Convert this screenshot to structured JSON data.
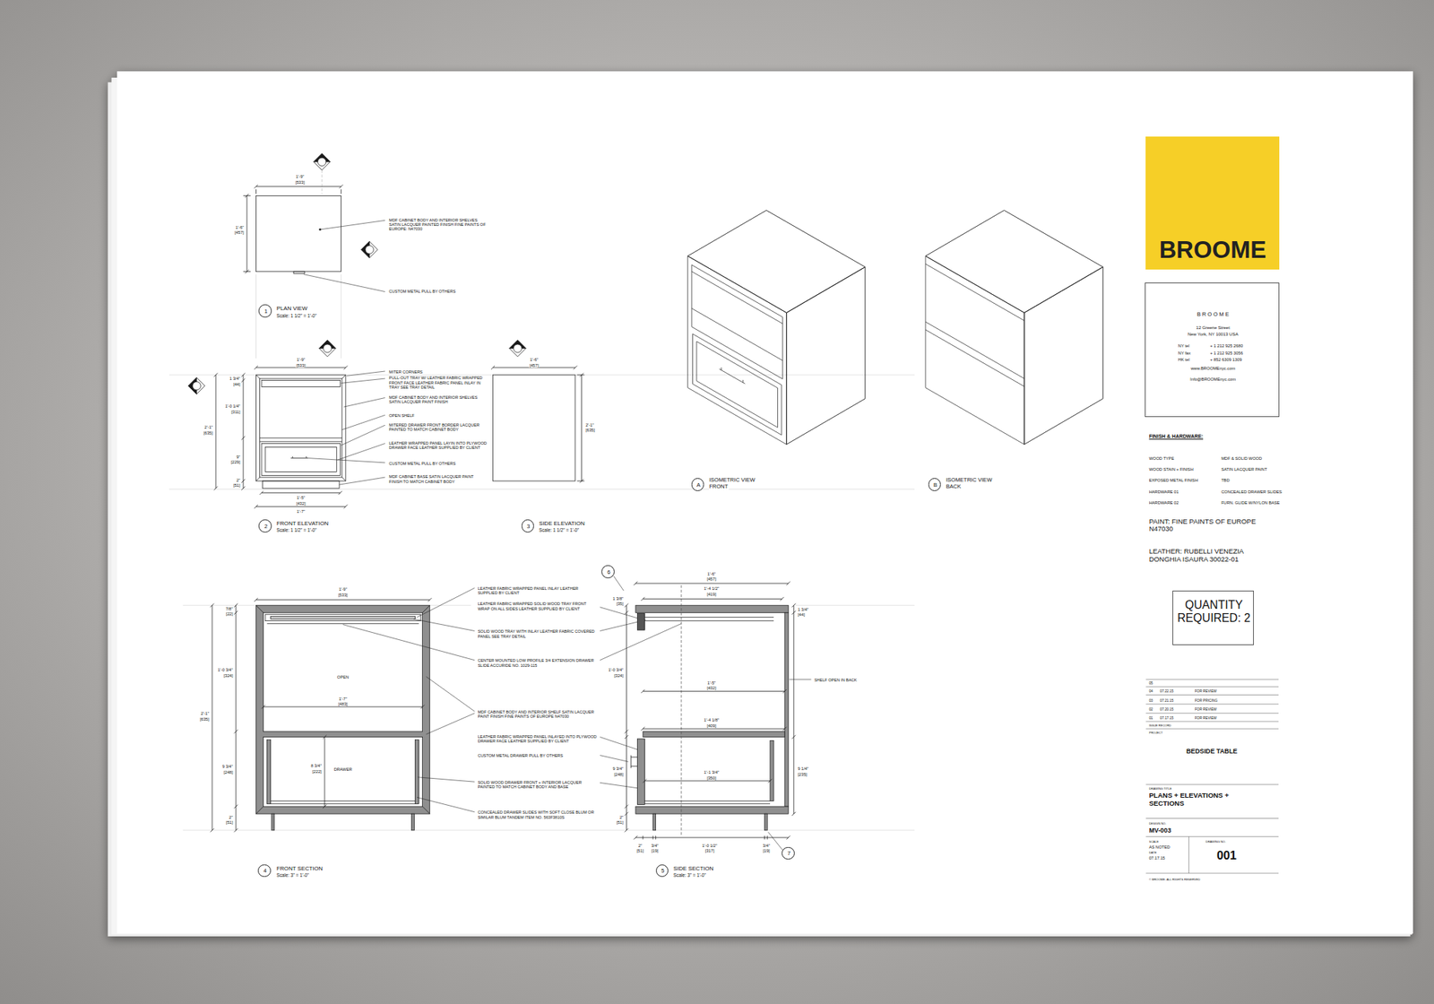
{
  "diagram": {
    "nodes": [
      {
        "text": [
          "1"
        ]
      },
      {
        "text": [
          "A"
        ]
      },
      {
        "text": [
          "B"
        ]
      },
      {
        "text": [
          "2"
        ]
      },
      {
        "text": [
          "3"
        ]
      },
      {
        "text": [
          "6"
        ]
      },
      {
        "text": [
          "7"
        ]
      },
      {
        "text": [
          "4"
        ]
      },
      {
        "text": [
          "5"
        ]
      },
      {
        "text": [
          "BROOME"
        ]
      },
      {
        "text": [
          "B R O O M E",
          "12 Greene Street",
          "New York, NY 10013 USA",
          "NY tel",
          "+ 1 212 925 2680",
          "NY fax",
          "+ 1 212 925 3056",
          "HK tel",
          "+ 852 6309 1309",
          "www.BROOMEnyc.com",
          "Info@BROOMEnyc.com"
        ]
      },
      {
        "text": [
          "QUANTITY REQUIRED: 2"
        ]
      }
    ],
    "labels": [
      "1'-9\"",
      "[533]",
      "1'-6\"",
      "[457]",
      "MDF CABINET BODY AND INTERIOR SHELVES SATIN LACQUER PAINTED FINISH FINE PAINTS OF EUROPE: N47030",
      "CUSTOM METAL PULL BY OTHERS",
      "PLAN VIEW",
      "Scale: 1 1/2\" = 1'-0\"",
      "1'-9\"",
      "[533]",
      "1 3/4\"",
      "[44]",
      "1'-0 1/4\"",
      "[311]",
      "9\"",
      "[229]",
      "2\"",
      "[51]",
      "2'-1\"",
      "[635]",
      "1'-5\"",
      "[432]",
      "1'-7\"",
      "MITER CORNERS",
      "PULL-OUT TRAY W/ LEATHER FABRIC WRAPPED FRONT FACE LEATHER FABRIC PANEL INLAY IN TRAY SEE TRAY DETAIL",
      "MDF CABINET BODY AND INTERIOR SHELVES SATIN LACQUER PAINT FINISH",
      "OPEN SHELF",
      "MITERED DRAWER FRONT BORDER LACQUER PAINTED TO MATCH CABINET BODY",
      "LEATHER WRAPPED PANEL LAYIN INTO PLYWOOD DRAWER FACE LEATHER SUPPLIED BY CLIENT",
      "CUSTOM METAL PULL BY OTHERS",
      "MDF CABINET BASE SATIN LACQUER PAINT FINISH TO MATCH CABINET BODY",
      "FRONT ELEVATION",
      "Scale: 1 1/2\" = 1'-0\"",
      "1'-6\"",
      "[457]",
      "2'-1\"",
      "[635]",
      "SIDE ELEVATION",
      "Scale: 1 1/2\" = 1'-0\"",
      "ISOMETRIC VIEW",
      "FRONT",
      "ISOMETRIC VIEW",
      "BACK",
      "1'-9\"",
      "[533]",
      "7/8\"",
      "[22]",
      "1'-0 3/4\"",
      "[324]",
      "9 3/4\"",
      "[248]",
      "2\"",
      "[51]",
      "2'-1\"",
      "[635]",
      "OPEN",
      "1'-7\"",
      "[483]",
      "DRAWER",
      "8 3/4\"",
      "[222]",
      "LEATHER FABRIC WRAPPED PANEL INLAY LEATHER SUPPLIED BY CLIENT",
      "LEATHER FABRIC WRAPPED SOLID WOOD TRAY FRONT WRAP ON ALL SIDES LEATHER SUPPLIED BY CLIENT",
      "SOLID WOOD TRAY WITH INLAY LEATHER FABRIC COVERED PANEL SEE TRAY DETAIL",
      "CENTER MOUNTED LOW PROFILE 3/4 EXTENSION DRAWER SLIDE ACCURIDE NO. 1029-115",
      "MDF CABINET BODY AND INTERIOR SHELF SATIN LACQUER PAINT FINISH FINE PAINTS OF EUROPE N47030",
      "LEATHER FABRIC WRAPPED PANEL INLAYED INTO PLYWOOD DRAWER FACE LEATHER SUPPLIED BY CLIENT",
      "CUSTOM METAL DRAWER PULL BY OTHERS",
      "SOLID WOOD DRAWER FRONT + INTERIOR LACQUER PAINTED TO MATCH CABINET BODY AND BASE",
      "CONCEALED DRAWER SLIDES WITH SOFT CLOSE BLUM OR SIMILAR BLUM TANDEM ITEM NO. 563F3810S",
      "FRONT SECTION",
      "Scale: 3\" = 1'-0\"",
      "1'-6\"",
      "[457]",
      "1'-4 1/2\"",
      "[419]",
      "1 3/8\"",
      "[35]",
      "1'-0 3/4\"",
      "[324]",
      "9 3/4\"",
      "[248]",
      "2\"",
      "[51]",
      "1'-5\"",
      "[432]",
      "1'-4 1/8\"",
      "[409]",
      "1'-1 3/4\"",
      "[350]",
      "1 3/4\"",
      "[44]",
      "9 1/4\"",
      "[235]",
      "SHELF OPEN IN BACK",
      "2\"",
      "[51]",
      "3/4\"",
      "[19]",
      "1'-0 1/2\"",
      "[317]",
      "3/4\"",
      "[19]",
      "SIDE SECTION",
      "Scale: 3\" = 1'-0\"",
      "FINISH & HARDWARE:",
      "WOOD TYPE",
      "MDF & SOLID WOOD",
      "WOOD STAIN + FINISH",
      "SATIN LACQUER PAINT",
      "EXPOSED METAL FINISH",
      "TBD",
      "HARDWARE 01",
      "CONCEALED DRAWER SLIDES",
      "HARDWARE 02",
      "FURN. GLIDE W/NYLON BASE",
      "PAINT: FINE PAINTS OF EUROPE N47030",
      "LEATHER: RUBELLI VENEZIA DONGHIA ISAURA 30022-01",
      "05",
      "04",
      "07.22.15",
      "FOR REVIEW",
      "03",
      "07.21.15",
      "FOR PRICING",
      "02",
      "07.20.15",
      "FOR REVIEW",
      "01",
      "07.17.15",
      "FOR REVIEW",
      "ISSUE RECORD",
      "PROJECT",
      "BEDSIDE TABLE",
      "DRAWING TITLE",
      "PLANS + ELEVATIONS + SECTIONS",
      "DESIGN NO.",
      "MV-003",
      "SCALE",
      "AS NOTED",
      "DATE",
      "07.17.15",
      "DRAWING NO.",
      "001",
      "© BROOME. ALL RIGHTS RESERVED"
    ]
  }
}
